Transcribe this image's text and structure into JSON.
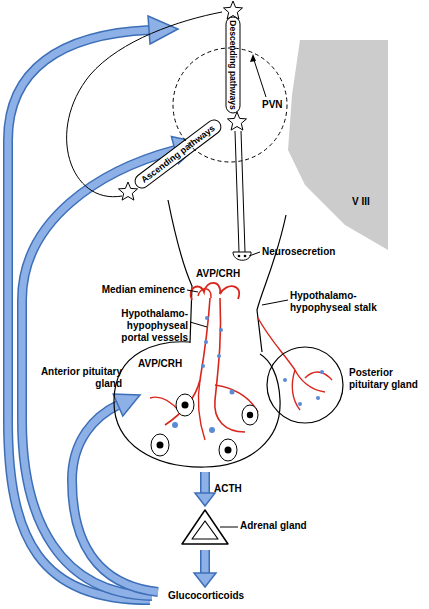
{
  "diagram": {
    "nodes": [
      {
        "text": [
          "PVN"
        ]
      },
      {
        "text": [
          "AVP/CRH",
          "Anterior pituitary gland"
        ]
      },
      {
        "text": [
          "Posterior pituitary gland"
        ]
      },
      {
        "text": [
          "Adrenal gland"
        ]
      }
    ],
    "edges": [
      {
        "from": 1,
        "to": 3,
        "arrow": "to",
        "label": "ACTH"
      }
    ],
    "labels": [
      "V III",
      "Descending pathways",
      "Ascending pathways",
      "Neurosecretion",
      "AVP/CRH",
      "Median eminence",
      "Hypothalamo-hypophyseal portal vessels",
      "Hypothalamo-hypophyseal stalk",
      "Glucocorticoids"
    ]
  }
}
